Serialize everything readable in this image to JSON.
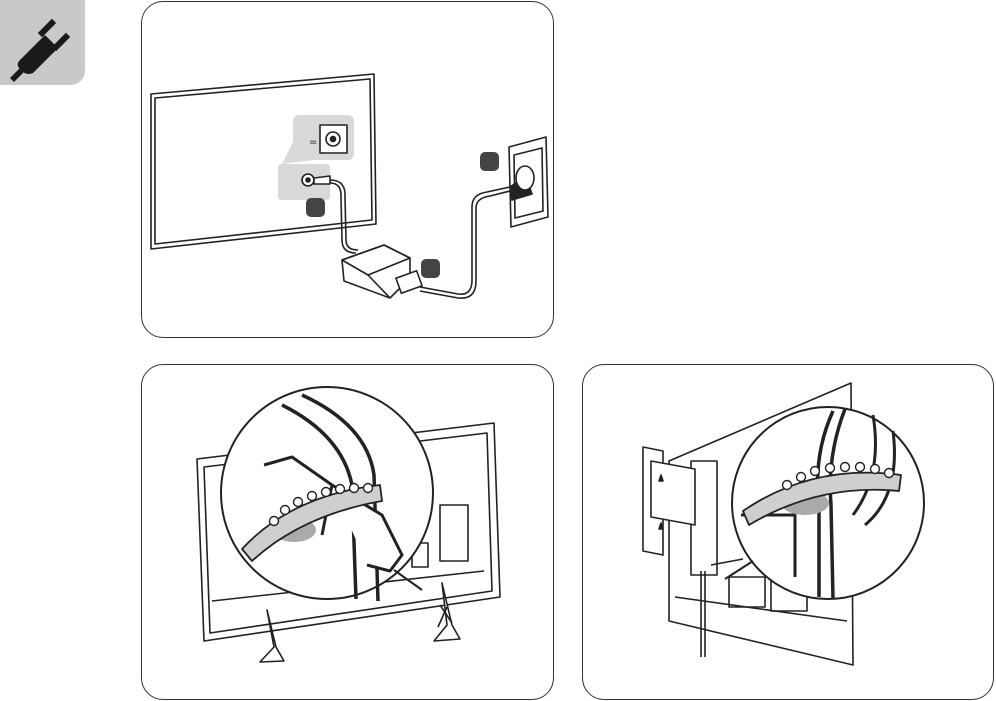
{
  "page": {
    "background": "#ffffff",
    "line_color": "#222222",
    "badge_color": "#c9c9c9",
    "callout_color": "#d9d9d9"
  },
  "badge": {
    "icon": "power-plug-icon"
  },
  "panels": [
    {
      "id": "connect-power",
      "icon": "tv-adapter-wall-outlet-icon"
    },
    {
      "id": "stand-cable-tie",
      "icon": "stand-cable-holder-icon"
    },
    {
      "id": "wall-mount-cable-tie",
      "icon": "wall-mount-cable-holder-icon"
    }
  ]
}
